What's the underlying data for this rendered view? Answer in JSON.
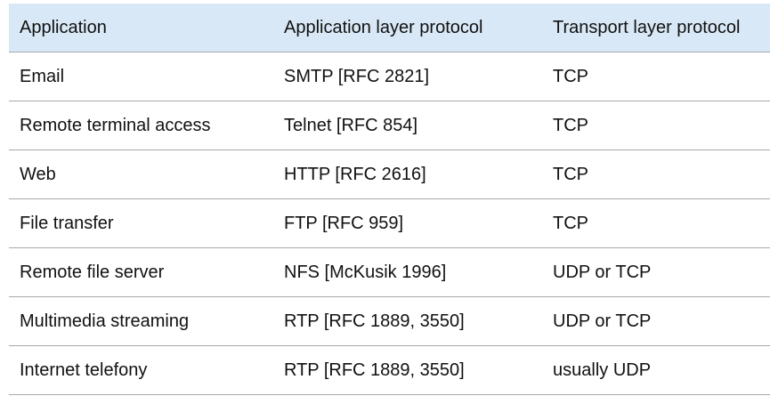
{
  "table": {
    "headers": [
      "Application",
      "Application layer protocol",
      "Transport layer protocol"
    ],
    "rows": [
      [
        "Email",
        "SMTP [RFC 2821]",
        "TCP"
      ],
      [
        "Remote terminal access",
        "Telnet [RFC 854]",
        "TCP"
      ],
      [
        "Web",
        "HTTP [RFC 2616]",
        "TCP"
      ],
      [
        "File transfer",
        "FTP [RFC 959]",
        "TCP"
      ],
      [
        "Remote file server",
        "NFS [McKusik 1996]",
        "UDP or TCP"
      ],
      [
        "Multimedia streaming",
        "RTP [RFC 1889, 3550]",
        "UDP or TCP"
      ],
      [
        "Internet telefony",
        "RTP [RFC 1889, 3550]",
        "usually UDP"
      ]
    ]
  },
  "colors": {
    "header_background": "#d8e8f6",
    "row_divider": "#a9a9a9",
    "text": "#111111"
  }
}
